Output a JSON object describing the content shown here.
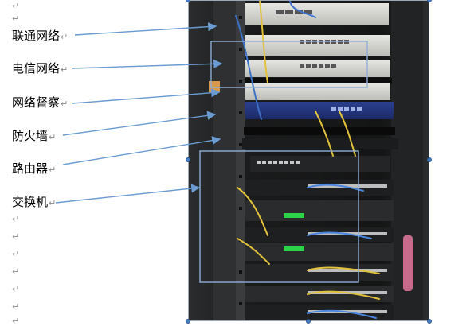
{
  "document": {
    "paragraph_mark": "↵",
    "labels": [
      {
        "text": "联通网络"
      },
      {
        "text": "电信网络"
      },
      {
        "text": "网络督察"
      },
      {
        "text": "防火墙"
      },
      {
        "text": "路由器"
      },
      {
        "text": "交换机"
      }
    ]
  },
  "colors": {
    "arrow": "#6a9bd2",
    "callout_box": "#8fb0d8",
    "handle": "#4a7cc0"
  },
  "icons": [
    "rack-photo",
    "callout-arrow",
    "selection-handle"
  ]
}
